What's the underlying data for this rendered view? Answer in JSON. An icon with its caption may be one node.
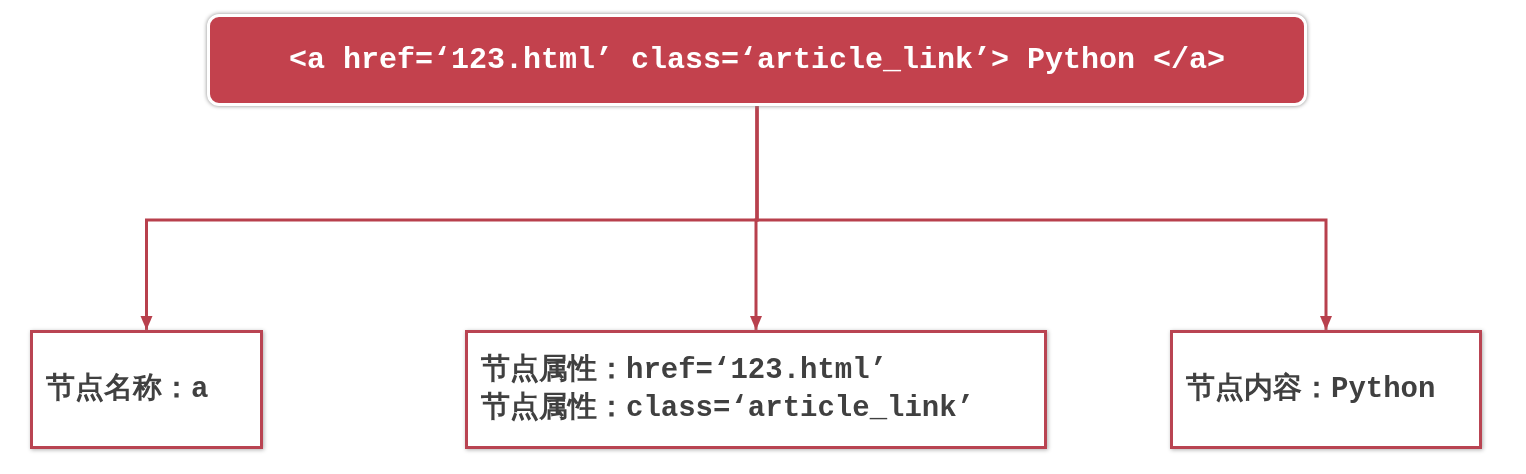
{
  "diagram": {
    "nodes": [
      {
        "text": [
          "<a href=‘123.html’ class=‘article_link’> Python </a>"
        ]
      },
      {
        "text": [
          "节点名称：a"
        ]
      },
      {
        "text": [
          "节点属性：href=‘123.html’",
          "节点属性：class=‘article_link’"
        ]
      },
      {
        "text": [
          "节点内容：Python"
        ]
      }
    ],
    "edges": [
      {
        "from": 0,
        "to": 1,
        "arrow": "to"
      },
      {
        "from": 0,
        "to": 2,
        "arrow": "to"
      },
      {
        "from": 0,
        "to": 3,
        "arrow": "to"
      }
    ]
  }
}
